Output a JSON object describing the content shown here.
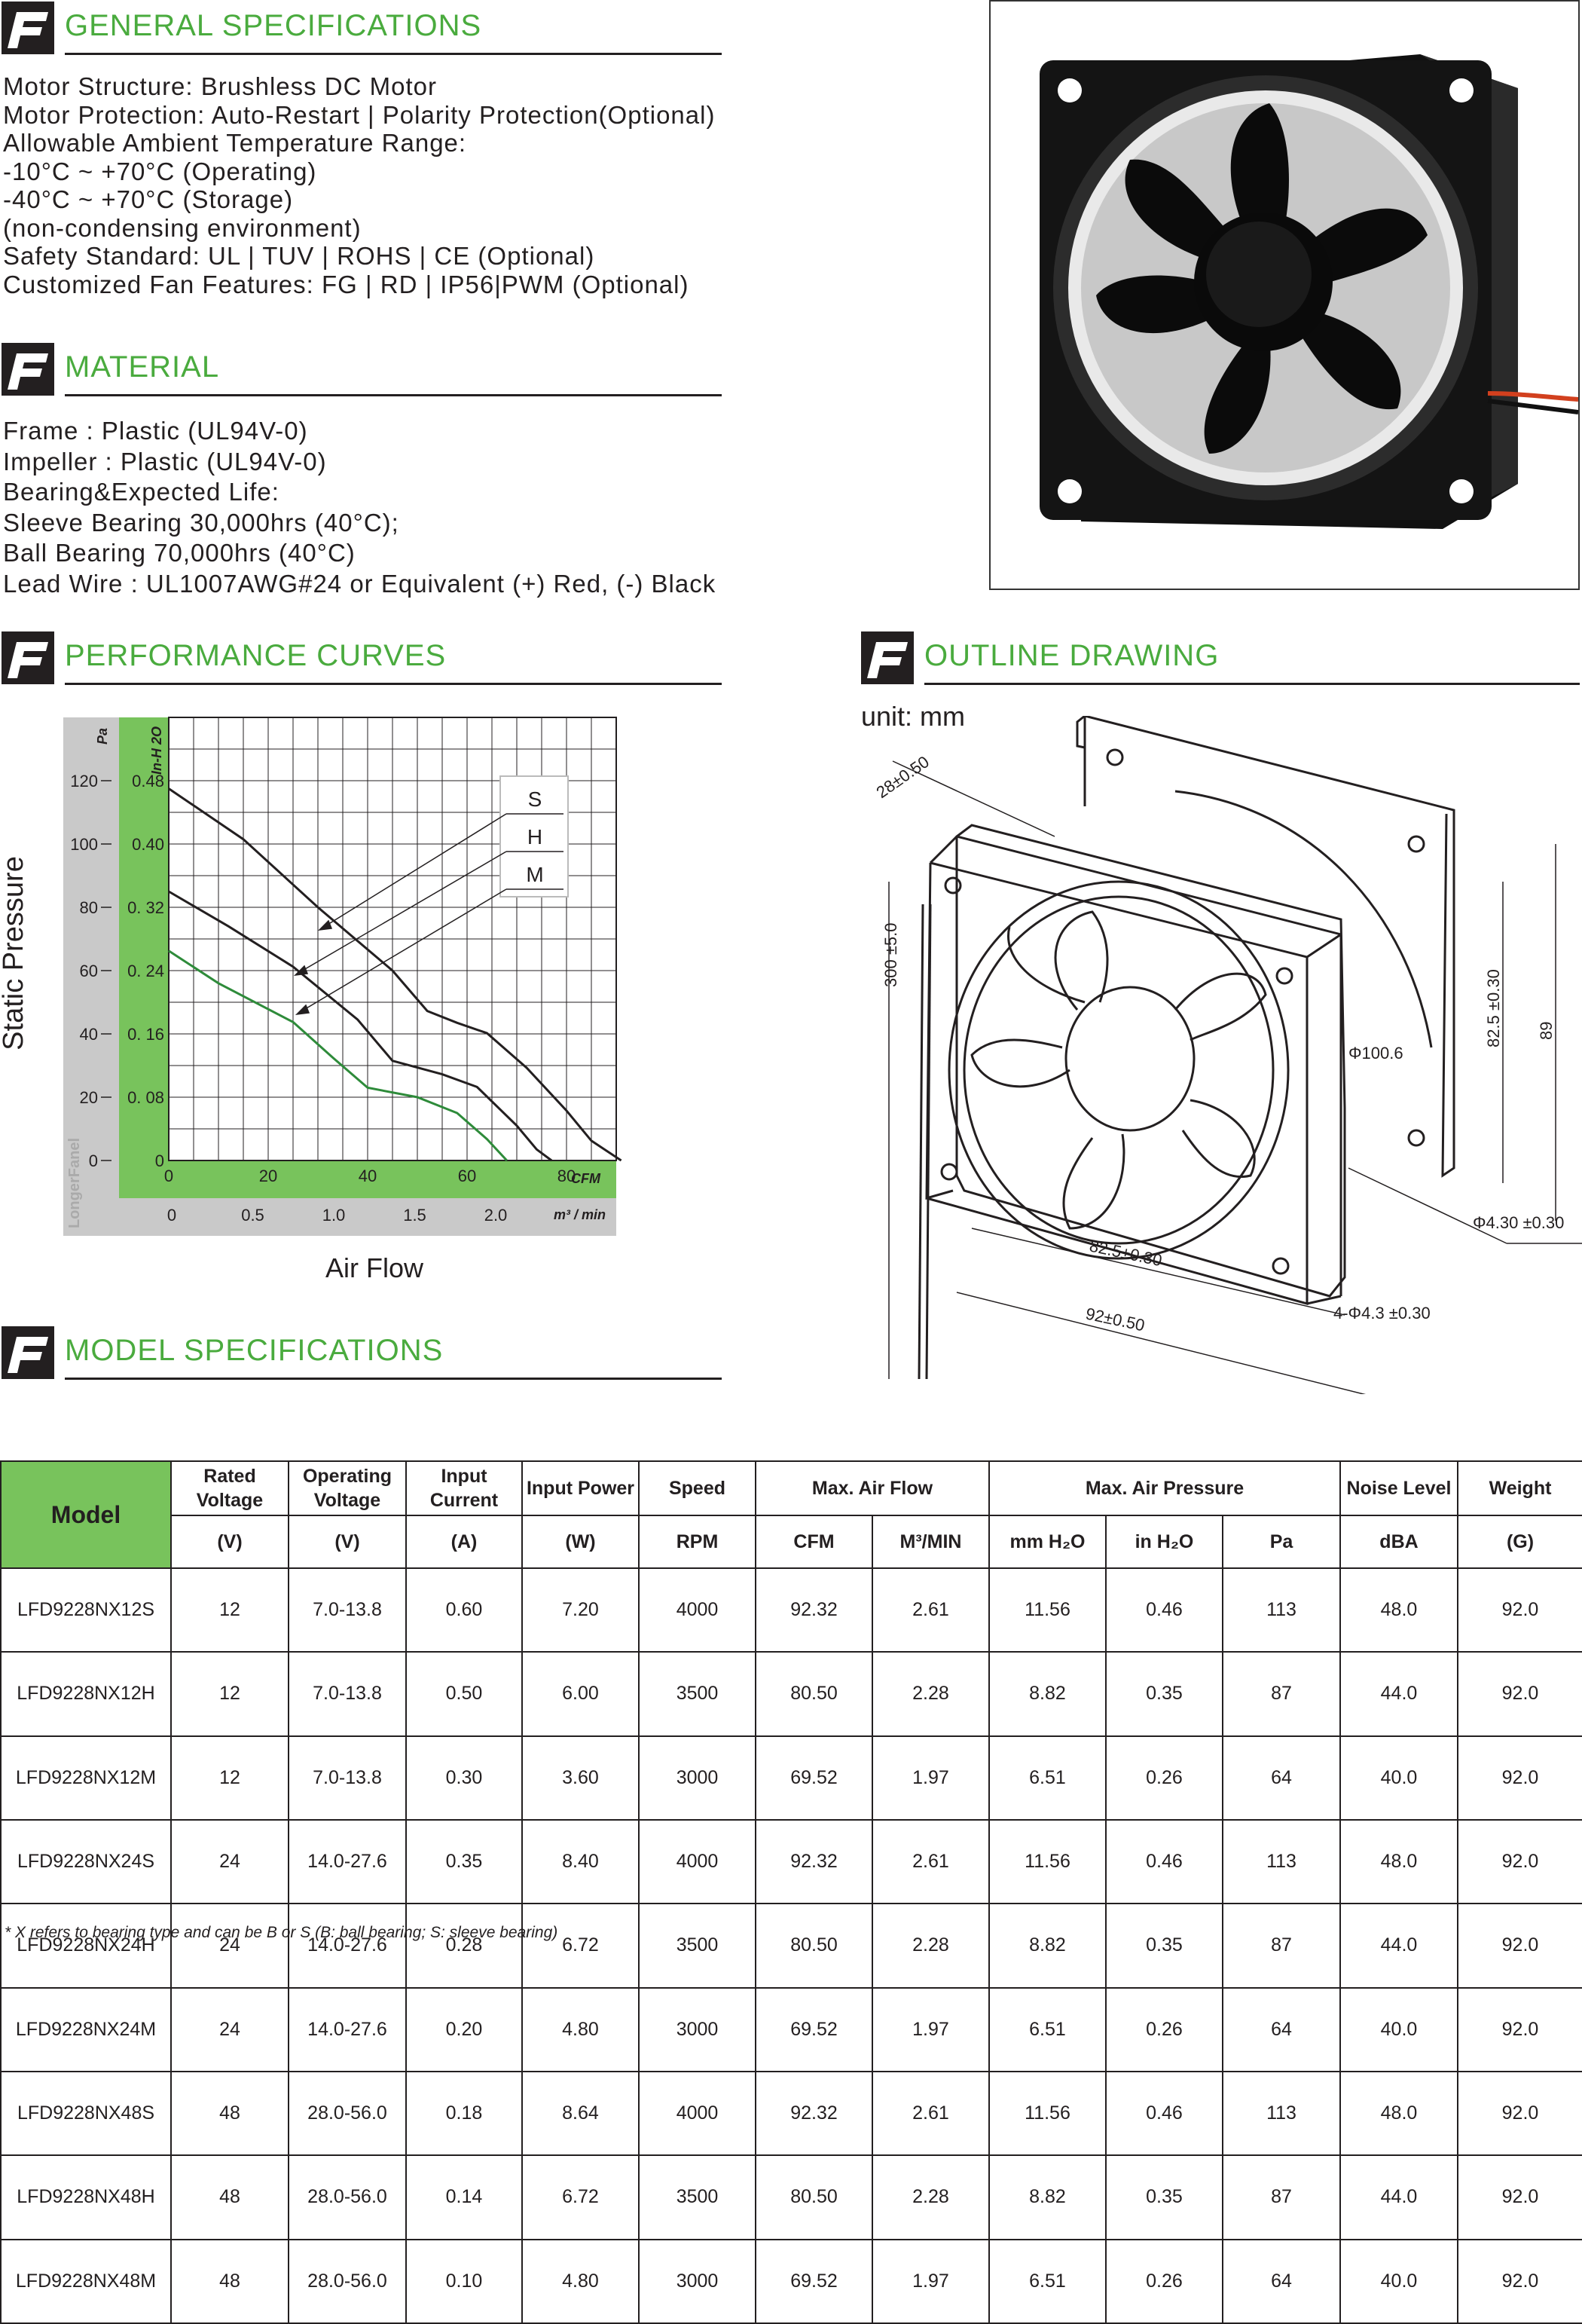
{
  "sections": {
    "general": "GENERAL SPECIFICATIONS",
    "material": "MATERIAL",
    "performance": "PERFORMANCE CURVES",
    "outline": "OUTLINE DRAWING",
    "model": "MODEL SPECIFICATIONS"
  },
  "general_lines": [
    "Motor Structure: Brushless DC Motor",
    "Motor Protection: Auto-Restart | Polarity Protection(Optional)",
    "Allowable Ambient Temperature Range:",
    "-10°C ~ +70°C (Operating)",
    "-40°C ~ +70°C (Storage)",
    "(non-condensing environment)",
    "Safety Standard: UL | TUV | ROHS | CE (Optional)",
    "Customized Fan Features: FG | RD | IP56|PWM (Optional)"
  ],
  "material_lines": [
    "Frame : Plastic (UL94V-0)",
    "Impeller : Plastic (UL94V-0)",
    "Bearing&Expected Life:",
    "Sleeve Bearing  30,000hrs (40°C);",
    "Ball Bearing  70,000hrs (40°C)",
    "Lead Wire : UL1007AWG#24 or Equivalent (+) Red, (-) Black"
  ],
  "chart_data": {
    "type": "line",
    "ylabel": "Static Pressure",
    "xlabel": "Air Flow",
    "y_units": [
      "Pa",
      "In-H 2O"
    ],
    "x_units": [
      "CFM",
      "m³ / min"
    ],
    "pa_ticks": [
      "0",
      "20",
      "40",
      "60",
      "80",
      "100",
      "120"
    ],
    "inh2o_ticks": [
      "0",
      "0. 08",
      "0. 16",
      "0. 24",
      "0. 32",
      "0.40",
      "0.48"
    ],
    "cfm_ticks": [
      "0",
      "20",
      "40",
      "60",
      "80"
    ],
    "m3_ticks": [
      "0",
      "0.5",
      "1.0",
      "1.5",
      "2.0"
    ],
    "xlim": [
      0,
      90
    ],
    "ylim": [
      0,
      0.56
    ],
    "y_unit": "In-H2O",
    "x_unit": "CFM",
    "series": [
      {
        "name": "S",
        "color": "#231f20",
        "points": [
          [
            0,
            0.47
          ],
          [
            15,
            0.406
          ],
          [
            30,
            0.32
          ],
          [
            45,
            0.24
          ],
          [
            52,
            0.189
          ],
          [
            58,
            0.174
          ],
          [
            64,
            0.161
          ],
          [
            72,
            0.117
          ],
          [
            80,
            0.063
          ],
          [
            85,
            0.025
          ],
          [
            91,
            0.0
          ]
        ]
      },
      {
        "name": "H",
        "color": "#231f20",
        "points": [
          [
            0,
            0.34
          ],
          [
            12,
            0.296
          ],
          [
            25,
            0.245
          ],
          [
            38,
            0.178
          ],
          [
            45,
            0.126
          ],
          [
            55,
            0.109
          ],
          [
            62,
            0.093
          ],
          [
            70,
            0.044
          ],
          [
            74,
            0.014
          ],
          [
            77,
            0.0
          ]
        ]
      },
      {
        "name": "M",
        "color": "#2e8b3a",
        "points": [
          [
            0,
            0.265
          ],
          [
            10,
            0.224
          ],
          [
            25,
            0.175
          ],
          [
            33,
            0.13
          ],
          [
            40,
            0.092
          ],
          [
            50,
            0.08
          ],
          [
            58,
            0.06
          ],
          [
            64,
            0.027
          ],
          [
            68,
            0.0
          ]
        ]
      }
    ]
  },
  "outline": {
    "unit": "unit: mm",
    "dims": [
      "28±0.50",
      "300 ±5.0",
      "82.5 ±0.30",
      "89",
      "Φ100.6",
      "Φ4.30 ±0.30",
      "82.5±0.30",
      "92±0.50",
      "4-Φ4.3 ±0.30"
    ]
  },
  "table": {
    "headers": {
      "model": "Model",
      "rated": "Rated Voltage",
      "operating": "Operating Voltage",
      "current": "Input Current",
      "power": "Input Power",
      "speed": "Speed",
      "airflow": "Max. Air Flow",
      "pressure": "Max. Air Pressure",
      "noise": "Noise Level",
      "weight": "Weight"
    },
    "units": [
      "(V)",
      "(V)",
      "(A)",
      "(W)",
      "RPM",
      "CFM",
      "M³/MIN",
      "mm H₂O",
      "in H₂O",
      "Pa",
      "dBA",
      "(G)"
    ],
    "rows": [
      [
        "LFD9228NX12S",
        "12",
        "7.0-13.8",
        "0.60",
        "7.20",
        "4000",
        "92.32",
        "2.61",
        "11.56",
        "0.46",
        "113",
        "48.0",
        "92.0"
      ],
      [
        "LFD9228NX12H",
        "12",
        "7.0-13.8",
        "0.50",
        "6.00",
        "3500",
        "80.50",
        "2.28",
        "8.82",
        "0.35",
        "87",
        "44.0",
        "92.0"
      ],
      [
        "LFD9228NX12M",
        "12",
        "7.0-13.8",
        "0.30",
        "3.60",
        "3000",
        "69.52",
        "1.97",
        "6.51",
        "0.26",
        "64",
        "40.0",
        "92.0"
      ],
      [
        "LFD9228NX24S",
        "24",
        "14.0-27.6",
        "0.35",
        "8.40",
        "4000",
        "92.32",
        "2.61",
        "11.56",
        "0.46",
        "113",
        "48.0",
        "92.0"
      ],
      [
        "LFD9228NX24H",
        "24",
        "14.0-27.6",
        "0.28",
        "6.72",
        "3500",
        "80.50",
        "2.28",
        "8.82",
        "0.35",
        "87",
        "44.0",
        "92.0"
      ],
      [
        "LFD9228NX24M",
        "24",
        "14.0-27.6",
        "0.20",
        "4.80",
        "3000",
        "69.52",
        "1.97",
        "6.51",
        "0.26",
        "64",
        "40.0",
        "92.0"
      ],
      [
        "LFD9228NX48S",
        "48",
        "28.0-56.0",
        "0.18",
        "8.64",
        "4000",
        "92.32",
        "2.61",
        "11.56",
        "0.46",
        "113",
        "48.0",
        "92.0"
      ],
      [
        "LFD9228NX48H",
        "48",
        "28.0-56.0",
        "0.14",
        "6.72",
        "3500",
        "80.50",
        "2.28",
        "8.82",
        "0.35",
        "87",
        "44.0",
        "92.0"
      ],
      [
        "LFD9228NX48M",
        "48",
        "28.0-56.0",
        "0.10",
        "4.80",
        "3000",
        "69.52",
        "1.97",
        "6.51",
        "0.26",
        "64",
        "40.0",
        "92.0"
      ]
    ],
    "footnote": "* X refers to bearing type and can be B or S (B: ball bearing; S: sleeve bearing)"
  },
  "colors": {
    "accent": "#4aab3e",
    "chart_green": "#78c35c",
    "dark": "#231f20"
  }
}
